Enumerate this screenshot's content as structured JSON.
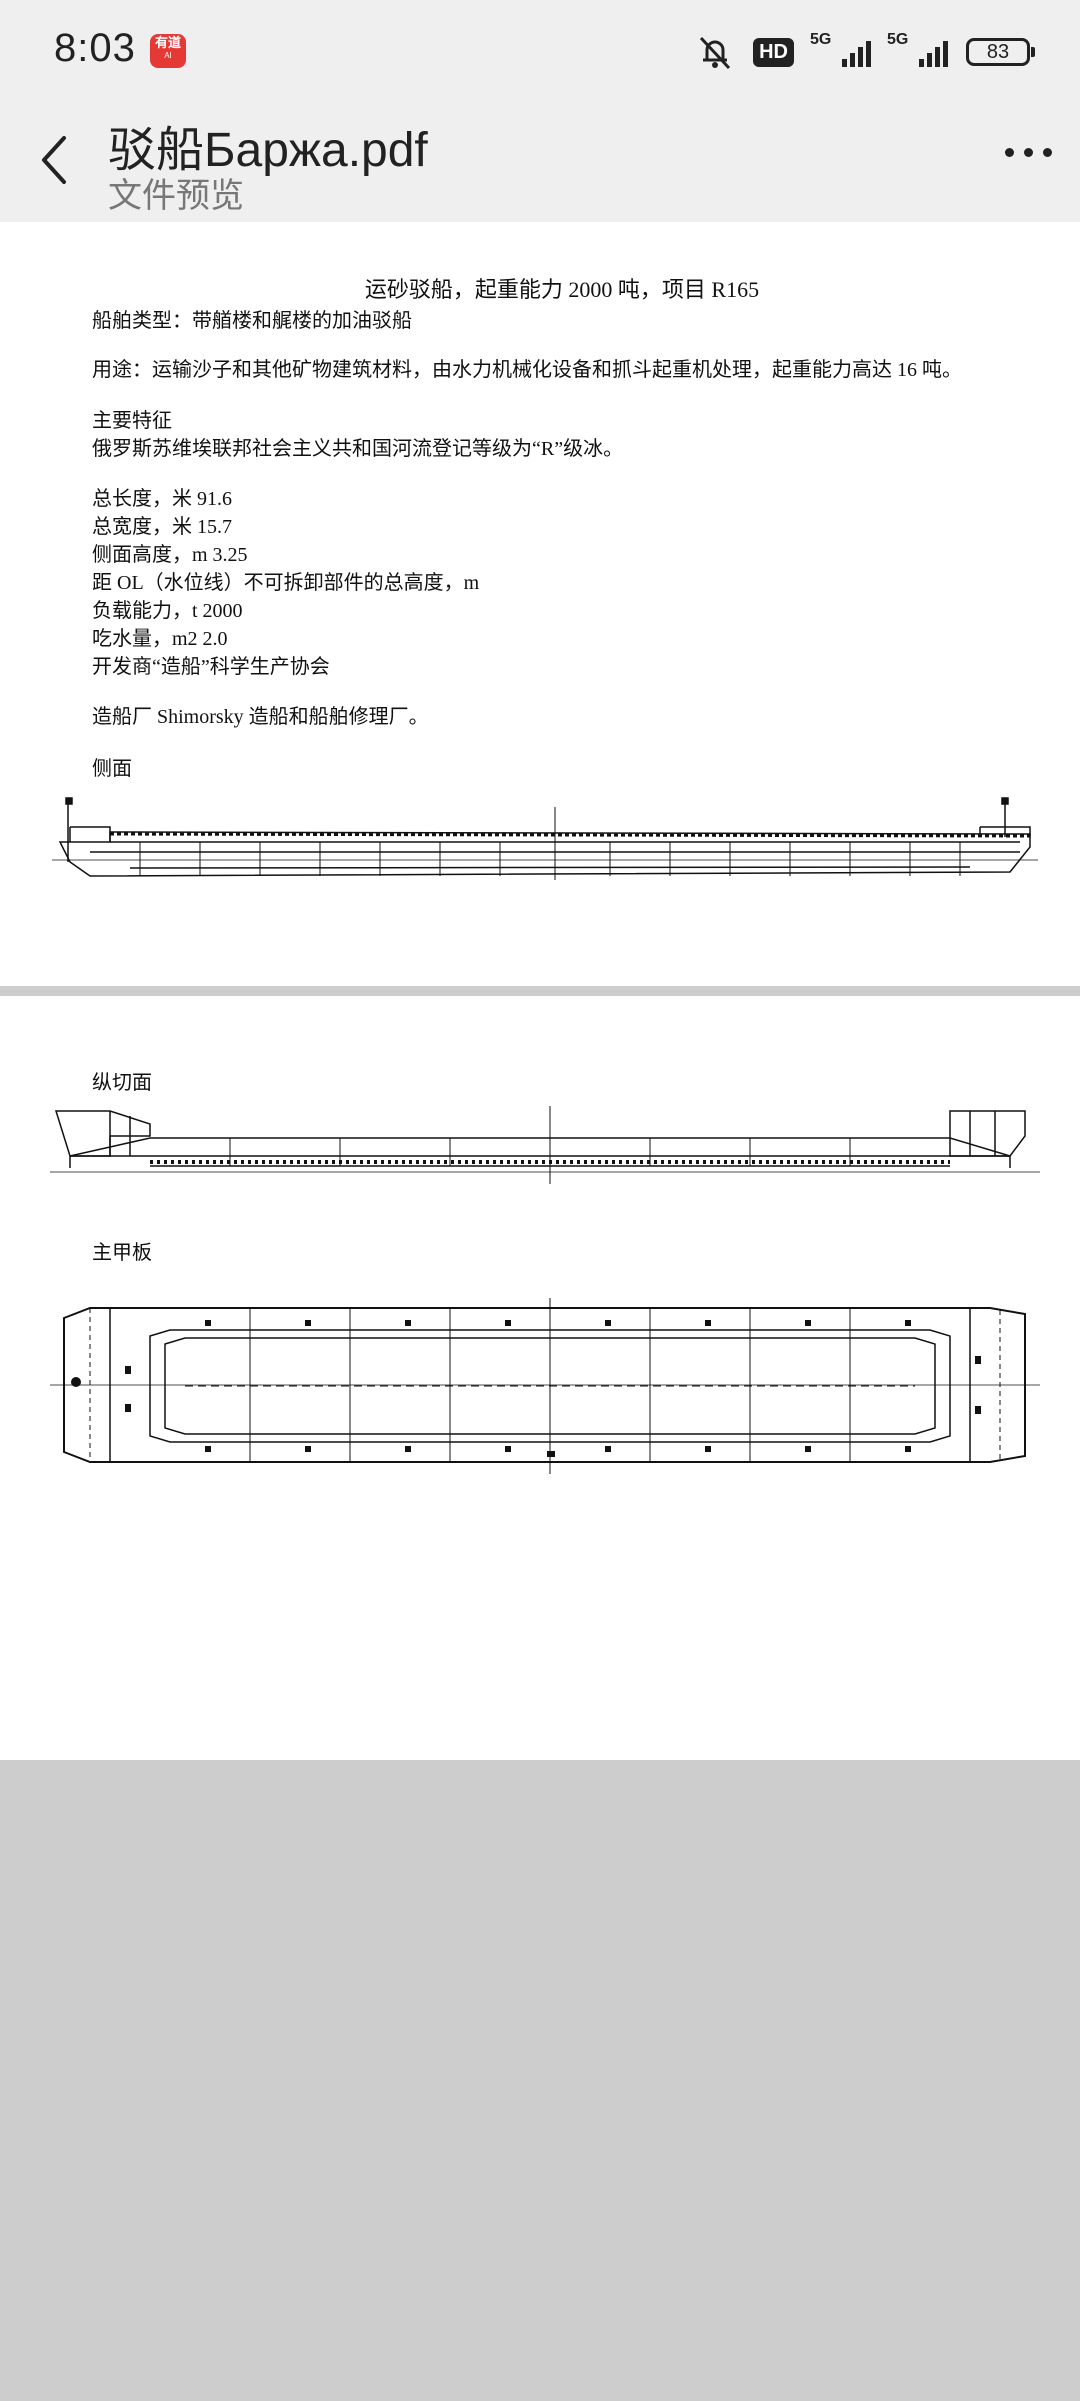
{
  "status_bar": {
    "time": "8:03",
    "app_badge": "有道",
    "app_badge_sub": "AI",
    "hd_label": "HD",
    "signal1_label": "5G",
    "signal2_label": "5G",
    "battery": "83",
    "icons": [
      "mute-bell-icon",
      "hd-icon",
      "signal-icon",
      "signal-icon",
      "battery-icon"
    ]
  },
  "header": {
    "title": "驳船Баржа.pdf",
    "subtitle": "文件预览",
    "back_icon": "chevron-left-icon",
    "more_icon": "more-dots-icon"
  },
  "document": {
    "title": "运砂驳船，起重能力 2000 吨，项目 R165",
    "vessel_type": "船舶类型：带艏楼和艉楼的加油驳船",
    "purpose": "用途：运输沙子和其他矿物建筑材料，由水力机械化设备和抓斗起重机处理，起重能力高达 16 吨。",
    "main_features_heading": "主要特征",
    "registry": "俄罗斯苏维埃联邦社会主义共和国河流登记等级为“R”级冰。",
    "specs": [
      "总长度，米 91.6",
      "总宽度，米 15.7",
      "侧面高度，m 3.25",
      "距 OL（水位线）不可拆卸部件的总高度，m",
      "负载能力，t 2000",
      "吃水量，m2 2.0",
      "开发商“造船”科学生产协会"
    ],
    "shipyard": "造船厂 Shimorsky 造船和船舶修理厂。",
    "side_view_label": "侧面",
    "longitudinal_label": "纵切面",
    "main_deck_label": "主甲板"
  }
}
